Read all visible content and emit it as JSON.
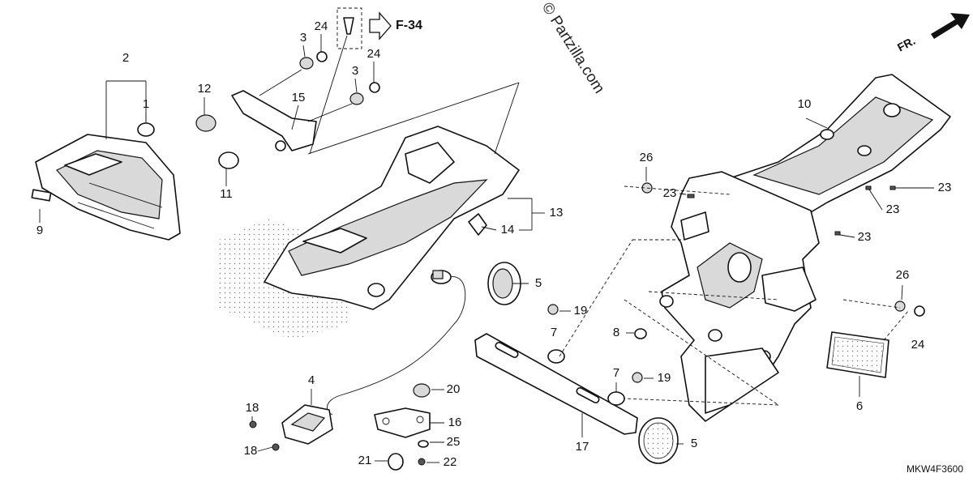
{
  "watermark": "© Partzilla.com",
  "reference": "F-34",
  "direction": "FR.",
  "diagram_code": "MKW4F3600",
  "callouts": {
    "c1": "1",
    "c2": "2",
    "c3a": "3",
    "c3b": "3",
    "c4": "4",
    "c5a": "5",
    "c5b": "5",
    "c6": "6",
    "c7a": "7",
    "c7b": "7",
    "c8": "8",
    "c9": "9",
    "c10": "10",
    "c11": "11",
    "c12": "12",
    "c13": "13",
    "c14": "14",
    "c15": "15",
    "c16": "16",
    "c17": "17",
    "c18a": "18",
    "c18b": "18",
    "c19a": "19",
    "c19b": "19",
    "c20": "20",
    "c21": "21",
    "c22": "22",
    "c23a": "23",
    "c23b": "23",
    "c23c": "23",
    "c23d": "23",
    "c24a": "24",
    "c24b": "24",
    "c24c": "24",
    "c25": "25",
    "c26a": "26",
    "c26b": "26"
  }
}
